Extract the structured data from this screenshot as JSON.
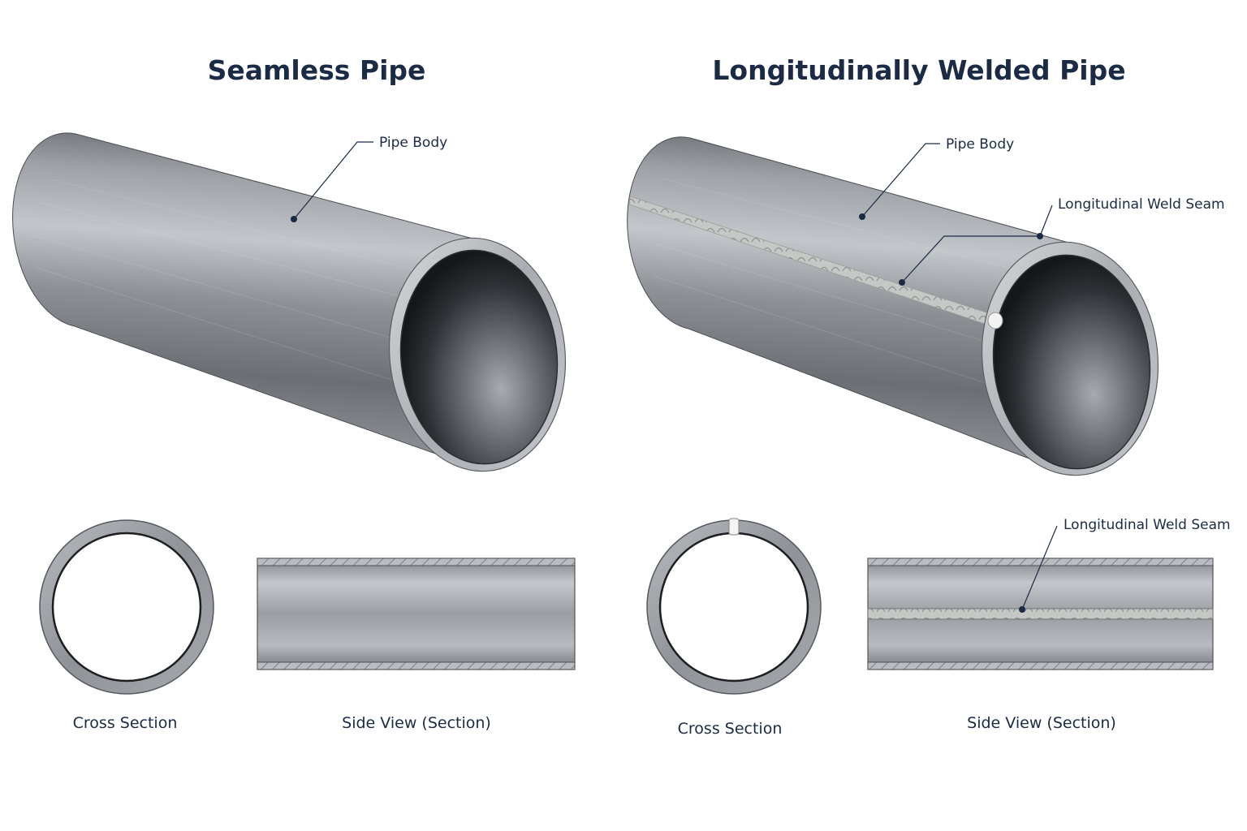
{
  "seamless": {
    "title": "Seamless Pipe",
    "callout_pipe_body": "Pipe Body",
    "caption_cross_section": "Cross Section",
    "caption_side_view": "Side View (Section)"
  },
  "welded": {
    "title": "Longitudinally Welded Pipe",
    "callout_pipe_body": "Pipe Body",
    "callout_weld_seam": "Longitudinal Weld Seam",
    "callout_weld_seam_side": "Longitudinal Weld Seam",
    "caption_cross_section": "Cross Section",
    "caption_side_view": "Side View (Section)"
  },
  "colors": {
    "text": "#1b2b45",
    "steel_light": "#c9ccd0",
    "steel_mid": "#8a8e94",
    "steel_dark": "#3f4347",
    "bore_dark": "#1c1e21",
    "weld": "#d7d8d6"
  }
}
